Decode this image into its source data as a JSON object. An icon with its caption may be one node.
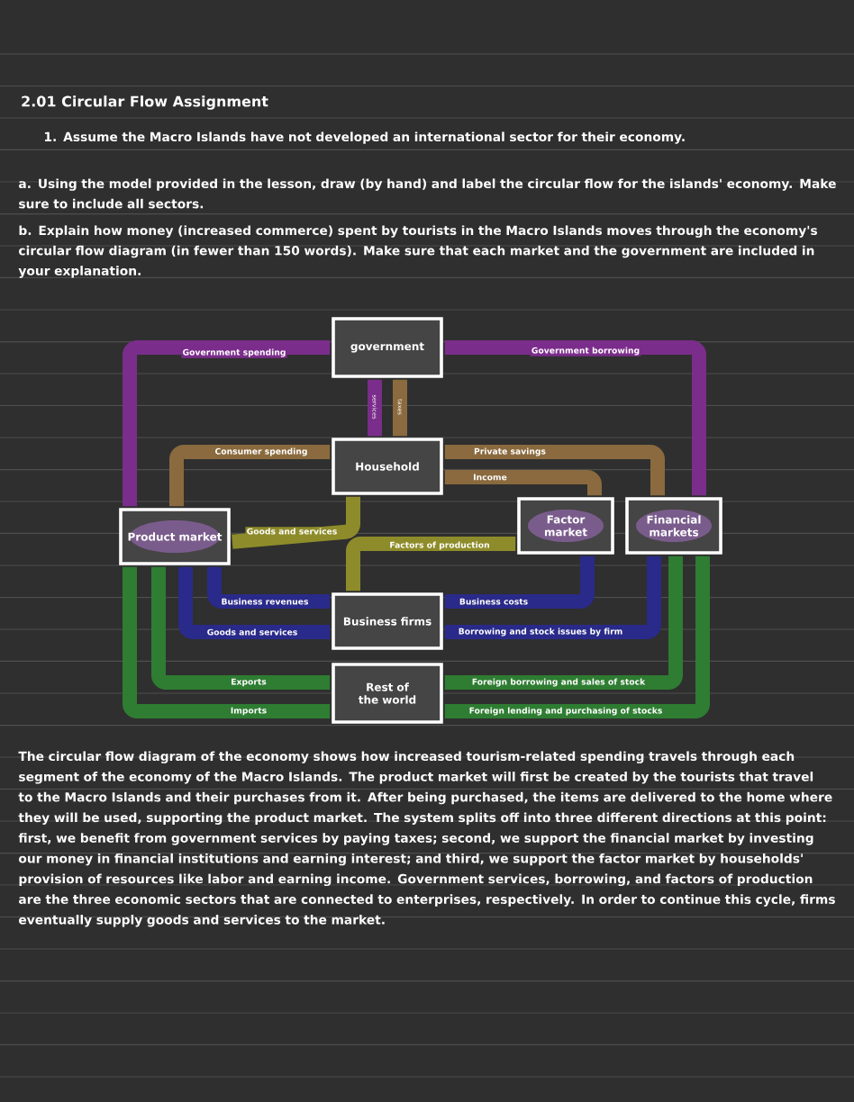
{
  "diagram": {
    "title": "2.01 Circular Flow Assignment",
    "nodes": [
      {
        "text": [
          "government"
        ]
      },
      {
        "text": [
          "Household"
        ]
      },
      {
        "text": [
          "Product market"
        ]
      },
      {
        "text": [
          "Factor market"
        ]
      },
      {
        "text": [
          "Financial markets"
        ]
      },
      {
        "text": [
          "Business firms"
        ]
      },
      {
        "text": [
          "Rest of the world"
        ]
      }
    ],
    "edges": [
      {
        "from": 0,
        "to": 2,
        "arrow": "none",
        "label": "Government spending",
        "color": "#7b2d8b"
      },
      {
        "from": 0,
        "to": 4,
        "arrow": "none",
        "label": "Government borrowing",
        "color": "#7b2d8b"
      },
      {
        "from": 0,
        "to": 1,
        "arrow": "none",
        "label": "services",
        "color": "#7b2d8b"
      },
      {
        "from": 0,
        "to": 1,
        "arrow": "none",
        "label": "taxes",
        "color": "#8a6a3e"
      },
      {
        "from": 1,
        "to": 2,
        "arrow": "none",
        "label": "Consumer spending",
        "color": "#8a6a3e"
      },
      {
        "from": 1,
        "to": 4,
        "arrow": "none",
        "label": "Private savings",
        "color": "#8a6a3e"
      },
      {
        "from": 1,
        "to": 3,
        "arrow": "none",
        "label": "Income",
        "color": "#8a6a3e"
      },
      {
        "from": 2,
        "to": 1,
        "arrow": "none",
        "label": "Goods and services",
        "color": "#8e8c2a"
      },
      {
        "from": 3,
        "to": 5,
        "arrow": "none",
        "label": "Factors of production",
        "color": "#8e8c2a"
      },
      {
        "from": 2,
        "to": 5,
        "arrow": "none",
        "label": "Business revenues",
        "color": "#2a2a8a"
      },
      {
        "from": 5,
        "to": 2,
        "arrow": "none",
        "label": "Goods and services",
        "color": "#2a2a8a"
      },
      {
        "from": 5,
        "to": 3,
        "arrow": "none",
        "label": "Business costs",
        "color": "#2a2a8a"
      },
      {
        "from": 5,
        "to": 4,
        "arrow": "none",
        "label": "Borrowing and stock issues by firm",
        "color": "#2a2a8a"
      },
      {
        "from": 6,
        "to": 2,
        "arrow": "none",
        "label": "Exports",
        "color": "#2e7d32"
      },
      {
        "from": 6,
        "to": 2,
        "arrow": "none",
        "label": "Imports",
        "color": "#2e7d32"
      },
      {
        "from": 6,
        "to": 4,
        "arrow": "none",
        "label": "Foreign borrowing and sales of stock",
        "color": "#2e7d32"
      },
      {
        "from": 6,
        "to": 4,
        "arrow": "none",
        "label": "Foreign lending and purchasing of stocks",
        "color": "#2e7d32"
      }
    ],
    "labels": [
      "1. Assume the Macro Islands have not developed an international sector for their economy.",
      "a. Using the model provided in the lesson, draw (by hand) and label the circular flow for the islands' economy. Make sure to include all sectors.",
      "b. Explain how money (increased commerce) spent by tourists in the Macro Islands moves through the economy's circular flow diagram (in fewer than 150 words). Make sure that each market and the government are included in your explanation.",
      "The circular flow diagram of the economy shows how increased tourism-related spending travels through each segment of the economy of the Macro Islands. The product market will first be created by the tourists that travel to the Macro Islands and their purchases from it. After being purchased, the items are delivered to the home where they will be used, supporting the product market. The system splits off into three different directions at this point: first, we benefit from government services by paying taxes; second, we support the financial market by investing our money in financial institutions and earning interest; and third, we support the factor market by households' provision of resources like labor and earning income. Government services, borrowing, and factors of production are the three economic sectors that are connected to enterprises, respectively. In order to continue this cycle, firms eventually supply goods and services to the market."
    ]
  }
}
